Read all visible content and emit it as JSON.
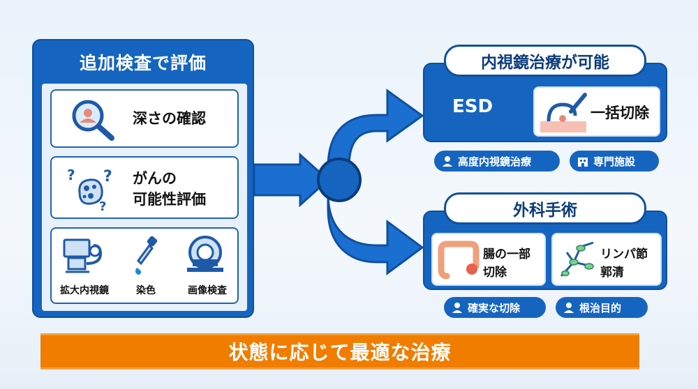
{
  "left": {
    "title": "追加検査で評価",
    "depth": "深さの確認",
    "cancer_line1": "がんの",
    "cancer_line2": "可能性評価",
    "tools": [
      "拡大内視鏡",
      "染色",
      "画像検査"
    ]
  },
  "endoscopic": {
    "title": "内視鏡治療が可能",
    "method": "ESD",
    "result": "一括切除",
    "tags": [
      "高度内視鏡治療",
      "専門施設"
    ]
  },
  "surgery": {
    "title": "外科手術",
    "card1_line1": "腸の一部",
    "card1_line2": "切除",
    "card2_line1": "リンパ節",
    "card2_line2": "郭清",
    "tags": [
      "確実な切除",
      "根治目的"
    ]
  },
  "banner": "状態に応じて最適な治療",
  "colors": {
    "primary": "#1565c0",
    "dark": "#0f4f9e",
    "banner": "#f07d00"
  }
}
